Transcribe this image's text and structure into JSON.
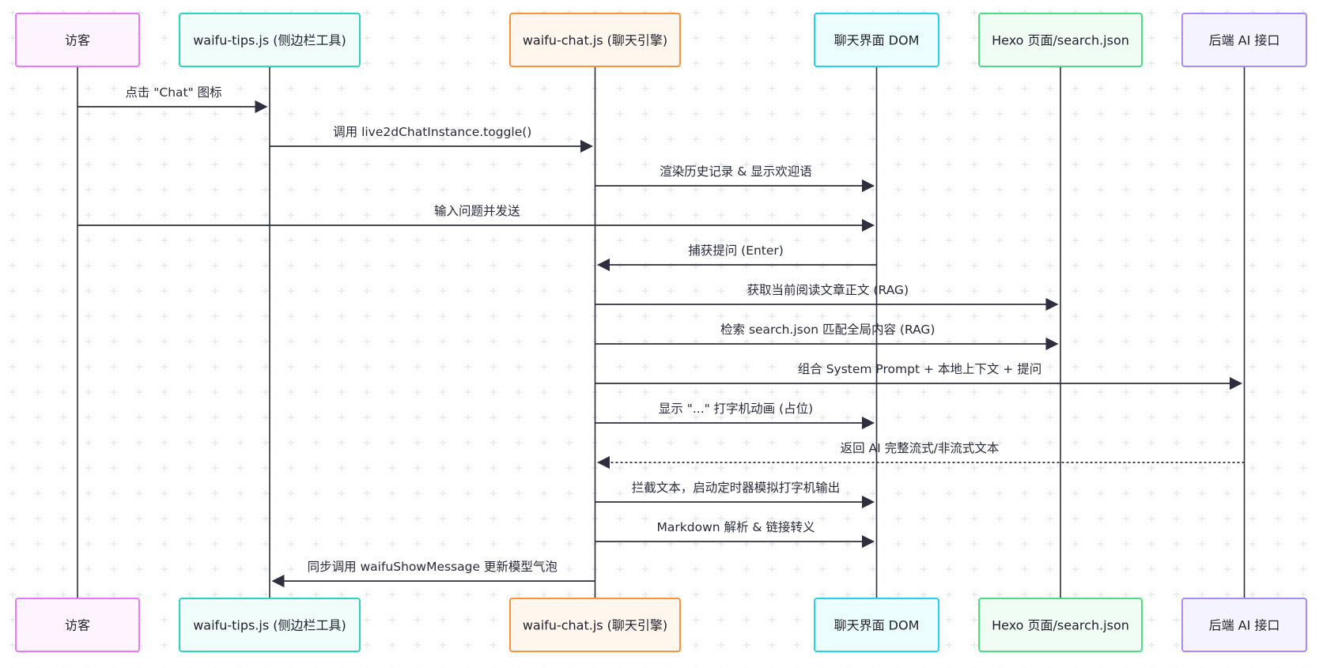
{
  "actors": [
    {
      "id": "visitor",
      "label": "访客",
      "border": "#e879f9",
      "fill": "#fdf4ff"
    },
    {
      "id": "tips",
      "label": "waifu-tips.js (侧边栏工具)",
      "border": "#2dd4bf",
      "fill": "#f0fdfa"
    },
    {
      "id": "chat",
      "label": "waifu-chat.js (聊天引擎)",
      "border": "#fb923c",
      "fill": "#fff7ed"
    },
    {
      "id": "dom",
      "label": "聊天界面 DOM",
      "border": "#22d3ee",
      "fill": "#ecfeff"
    },
    {
      "id": "hexo",
      "label": "Hexo 页面/search.json",
      "border": "#4ade80",
      "fill": "#f0fdf4"
    },
    {
      "id": "ai",
      "label": "后端 AI 接口",
      "border": "#a78bfa",
      "fill": "#f5f3ff"
    }
  ],
  "messages": [
    {
      "from": "visitor",
      "to": "tips",
      "label": "点击 \"Chat\" 图标",
      "style": "solid"
    },
    {
      "from": "tips",
      "to": "chat",
      "label": "调用 live2dChatInstance.toggle()",
      "style": "solid"
    },
    {
      "from": "chat",
      "to": "dom",
      "label": "渲染历史记录 & 显示欢迎语",
      "style": "solid"
    },
    {
      "from": "visitor",
      "to": "dom",
      "label": "输入问题并发送",
      "style": "solid"
    },
    {
      "from": "dom",
      "to": "chat",
      "label": "捕获提问 (Enter)",
      "style": "solid"
    },
    {
      "from": "chat",
      "to": "hexo",
      "label": "获取当前阅读文章正文 (RAG)",
      "style": "solid"
    },
    {
      "from": "chat",
      "to": "hexo",
      "label": "检索 search.json 匹配全局内容 (RAG)",
      "style": "solid"
    },
    {
      "from": "chat",
      "to": "ai",
      "label": "组合 System Prompt + 本地上下文 + 提问",
      "style": "solid"
    },
    {
      "from": "chat",
      "to": "dom",
      "label": "显示 \"...\" 打字机动画 (占位)",
      "style": "solid"
    },
    {
      "from": "ai",
      "to": "chat",
      "label": "返回 AI 完整流式/非流式文本",
      "style": "dotted"
    },
    {
      "from": "chat",
      "to": "dom",
      "label": "拦截文本，启动定时器模拟打字机输出",
      "style": "solid"
    },
    {
      "from": "chat",
      "to": "dom",
      "label": "Markdown 解析 & 链接转义",
      "style": "solid"
    },
    {
      "from": "chat",
      "to": "tips",
      "label": "同步调用 waifuShowMessage 更新模型气泡",
      "style": "solid"
    }
  ],
  "colors": {
    "line": "#2e2e3e",
    "grid_dot": "#cfe8e2"
  }
}
